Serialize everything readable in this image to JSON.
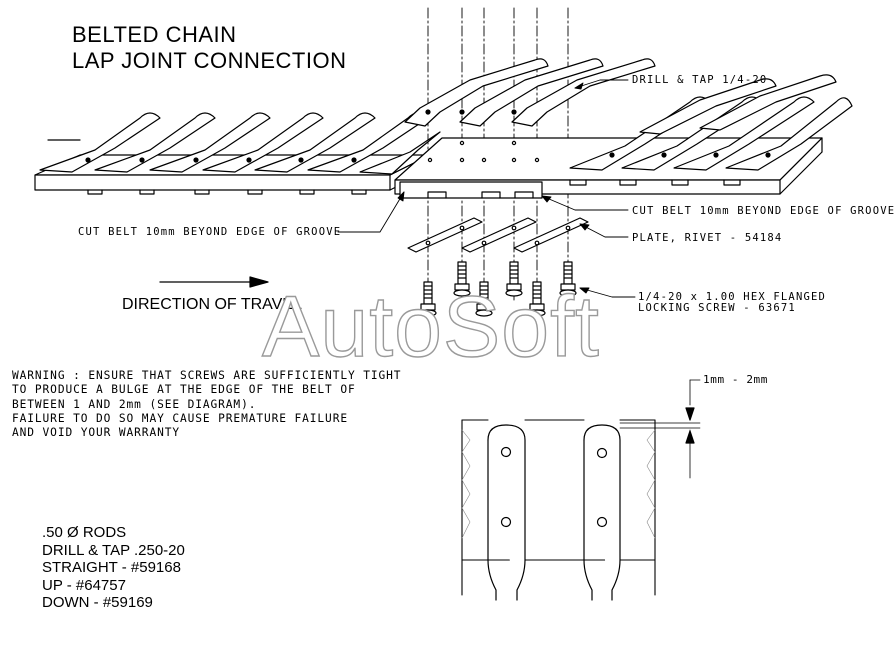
{
  "title": {
    "line1": "BELTED CHAIN",
    "line2": "LAP JOINT CONNECTION"
  },
  "callouts": {
    "drill_tap": "DRILL & TAP 1/4-20",
    "cut_belt_right": "CUT BELT 10mm BEYOND EDGE OF GROOVE",
    "cut_belt_left": "CUT BELT 10mm BEYOND EDGE OF GROOVE",
    "plate_rivet": "PLATE, RIVET - 54184",
    "screw_line1": "1/4-20 x 1.00 HEX FLANGED",
    "screw_line2": "LOCKING SCREW - 63671",
    "gap": "1mm - 2mm"
  },
  "direction_label": "DIRECTION OF TRAVEL",
  "warning": [
    "WARNING : ENSURE THAT SCREWS ARE SUFFICIENTLY TIGHT",
    "TO PRODUCE A BULGE AT THE EDGE OF THE BELT OF",
    "BETWEEN 1 AND 2mm (SEE DIAGRAM).",
    "FAILURE TO DO SO MAY CAUSE PREMATURE FAILURE",
    "AND VOID YOUR WARRANTY"
  ],
  "specs": [
    ".50 Ø RODS",
    "DRILL & TAP .250-20",
    "STRAIGHT - #59168",
    "UP - #64757",
    "DOWN - #59169"
  ],
  "watermark": "AutoSoft"
}
